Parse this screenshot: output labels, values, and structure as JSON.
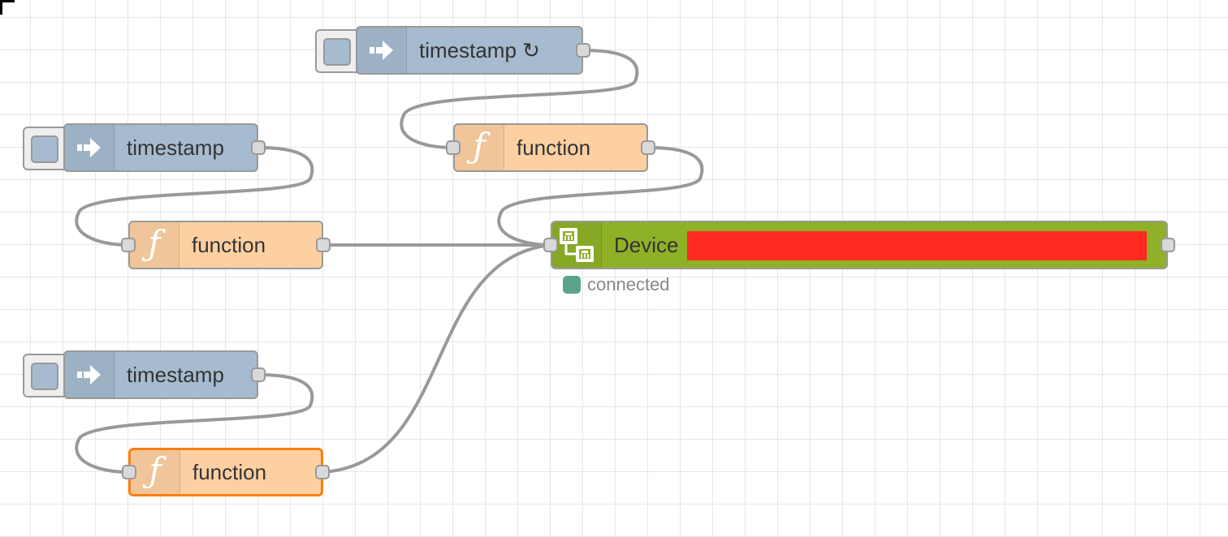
{
  "nodes": {
    "inject_top": {
      "label": "timestamp ↻",
      "icon": "arrow-in-icon"
    },
    "inject_mid": {
      "label": "timestamp",
      "icon": "arrow-in-icon"
    },
    "inject_bottom": {
      "label": "timestamp",
      "icon": "arrow-in-icon"
    },
    "function_top": {
      "label": "function",
      "icon": "function-icon"
    },
    "function_mid": {
      "label": "function",
      "icon": "function-icon"
    },
    "function_bottom": {
      "label": "function",
      "icon": "function-icon"
    },
    "device": {
      "label": "Device",
      "icon": "network-icon",
      "status": "connected",
      "status_color": "#5aa58a"
    }
  },
  "colors": {
    "inject": "#a6bbcf",
    "function": "#fdd0a2",
    "device": "#8fb127",
    "selected_border": "#ff7f0e",
    "wire": "#999999",
    "redacted": "#ff2a1f"
  }
}
